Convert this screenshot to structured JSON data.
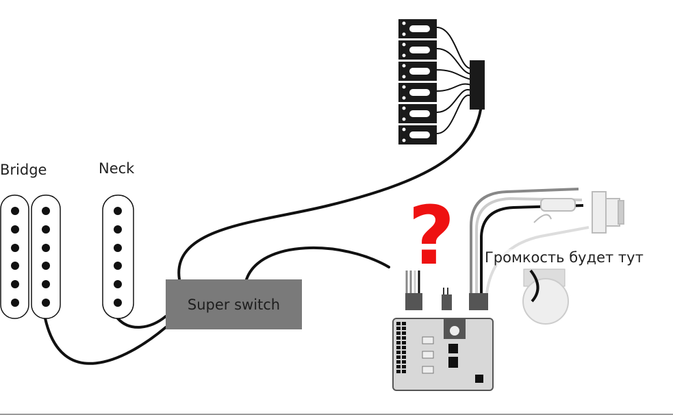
{
  "labels": {
    "bridge": "Bridge",
    "neck": "Neck",
    "super_switch": "Super switch",
    "volume_note": "Громкость будет тут",
    "question_mark": "?"
  },
  "colors": {
    "question_mark": "#ee1111",
    "switch_box": "#7a7a7a",
    "wire": "#111111"
  }
}
